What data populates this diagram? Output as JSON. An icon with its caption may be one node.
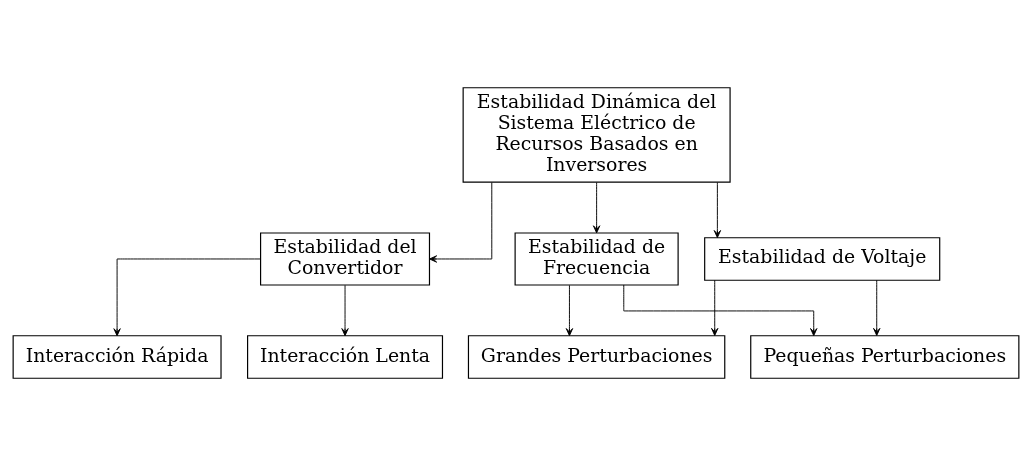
{
  "diagram": {
    "nodes": [
      {
        "text": [
          "Estabilidad Dinámica del Sistema Eléctrico de Recursos Basados en Inversores"
        ]
      },
      {
        "text": [
          "Estabilidad del Convertidor"
        ]
      },
      {
        "text": [
          "Estabilidad de Voltaje"
        ]
      },
      {
        "text": [
          "Estabilidad de Frecuencia"
        ]
      },
      {
        "text": [
          "Interacción Rápida"
        ]
      },
      {
        "text": [
          "Interacción Lenta"
        ]
      },
      {
        "text": [
          "Grandes Perturbaciones"
        ]
      },
      {
        "text": [
          "Pequeñas Perturbaciones"
        ]
      }
    ],
    "edges": [
      {
        "from": 0,
        "to": 1,
        "arrow": "to"
      },
      {
        "from": 0,
        "to": 2,
        "arrow": "to"
      },
      {
        "from": 0,
        "to": 3,
        "arrow": "to"
      },
      {
        "from": 1,
        "to": 4,
        "arrow": "to"
      },
      {
        "from": 1,
        "to": 5,
        "arrow": "to"
      },
      {
        "from": 2,
        "to": 6,
        "arrow": "to"
      },
      {
        "from": 2,
        "to": 7,
        "arrow": "to"
      },
      {
        "from": 3,
        "to": 6,
        "arrow": "to"
      },
      {
        "from": 3,
        "to": 7,
        "arrow": "to"
      }
    ]
  }
}
